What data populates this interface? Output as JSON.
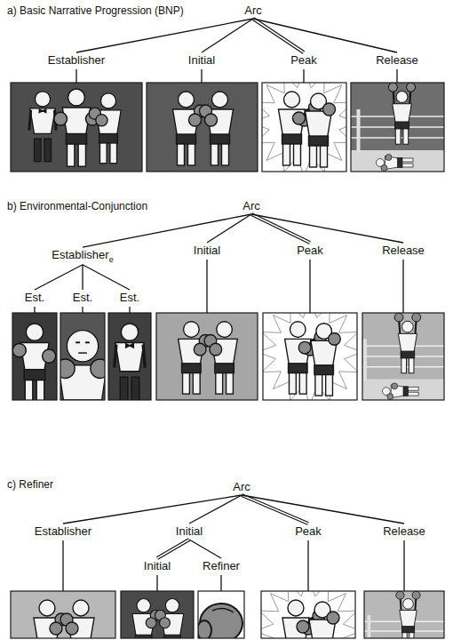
{
  "diagram": {
    "nodes": [
      {
        "text": [
          "Arc"
        ]
      },
      {
        "text": [
          "Establisher"
        ]
      },
      {
        "text": [
          "Initial"
        ]
      },
      {
        "text": [
          "Peak"
        ]
      },
      {
        "text": [
          "Release"
        ]
      },
      {
        "text": [
          "Arc"
        ]
      },
      {
        "text": [
          "Establisher",
          "e"
        ]
      },
      {
        "text": [
          "Est."
        ]
      },
      {
        "text": [
          "Est."
        ]
      },
      {
        "text": [
          "Est."
        ]
      },
      {
        "text": [
          "Initial"
        ]
      },
      {
        "text": [
          "Peak"
        ]
      },
      {
        "text": [
          "Release"
        ]
      },
      {
        "text": [
          "Arc"
        ]
      },
      {
        "text": [
          "Establisher"
        ]
      },
      {
        "text": [
          "Initial"
        ]
      },
      {
        "text": [
          "Initial"
        ]
      },
      {
        "text": [
          "Refiner"
        ]
      },
      {
        "text": [
          "Peak"
        ]
      },
      {
        "text": [
          "Release"
        ]
      }
    ],
    "edges": [
      {
        "from": 0,
        "to": 1,
        "arrow": "none"
      },
      {
        "from": 0,
        "to": 2,
        "arrow": "none"
      },
      {
        "from": 0,
        "to": 3,
        "arrow": "none"
      },
      {
        "from": 0,
        "to": 4,
        "arrow": "none"
      },
      {
        "from": 5,
        "to": 6,
        "arrow": "none"
      },
      {
        "from": 5,
        "to": 10,
        "arrow": "none"
      },
      {
        "from": 5,
        "to": 11,
        "arrow": "none"
      },
      {
        "from": 5,
        "to": 12,
        "arrow": "none"
      },
      {
        "from": 6,
        "to": 7,
        "arrow": "none"
      },
      {
        "from": 6,
        "to": 8,
        "arrow": "none"
      },
      {
        "from": 6,
        "to": 9,
        "arrow": "none"
      },
      {
        "from": 13,
        "to": 14,
        "arrow": "none"
      },
      {
        "from": 13,
        "to": 15,
        "arrow": "none"
      },
      {
        "from": 13,
        "to": 18,
        "arrow": "none"
      },
      {
        "from": 13,
        "to": 19,
        "arrow": "none"
      },
      {
        "from": 15,
        "to": 16,
        "arrow": "none"
      },
      {
        "from": 15,
        "to": 17,
        "arrow": "none"
      }
    ],
    "labels": [
      "a) Basic Narrative Progression (BNP)",
      "b) Environmental-Conjunction",
      "c) Refiner"
    ]
  }
}
